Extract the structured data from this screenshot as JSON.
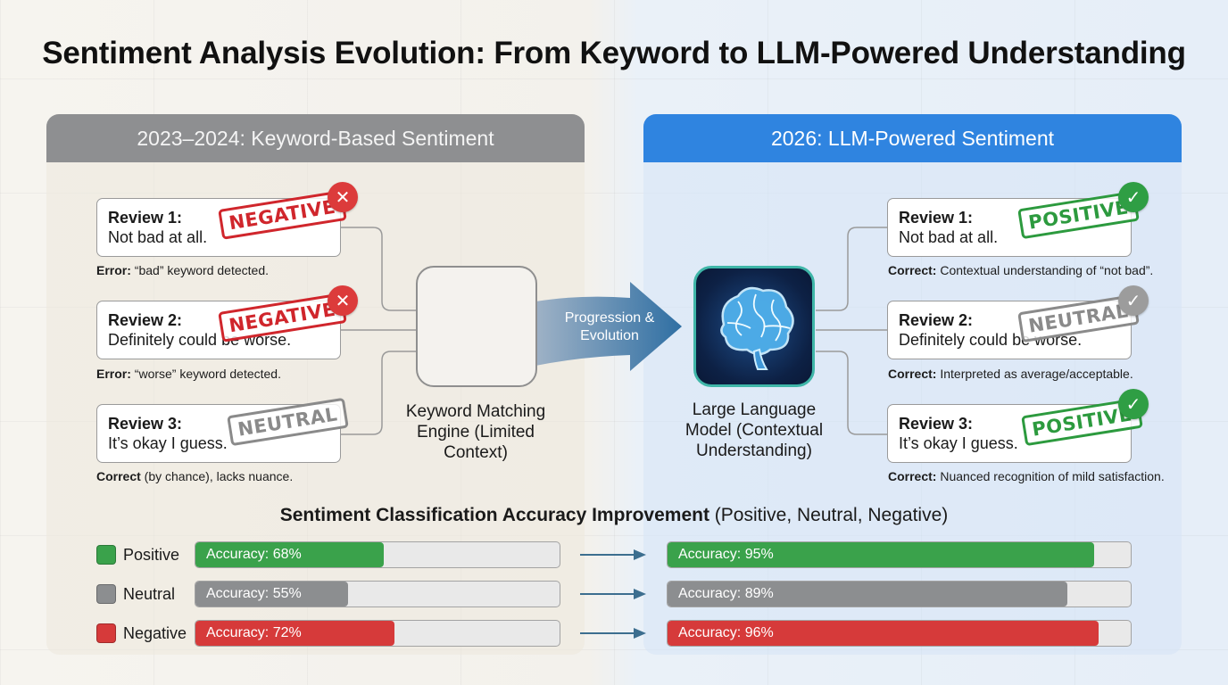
{
  "title": "Sentiment Analysis Evolution: From Keyword to LLM-Powered Understanding",
  "left_panel": {
    "header": "2023–2024: Keyword-Based Sentiment",
    "reviews": [
      {
        "label": "Review 1:",
        "text": "Not bad at all.",
        "stamp": "NEGATIVE",
        "note_bold": "Error:",
        "note": " “bad” keyword detected."
      },
      {
        "label": "Review 2:",
        "text": "Definitely could be worse.",
        "stamp": "NEGATIVE",
        "note_bold": "Error:",
        "note": " “worse” keyword detected."
      },
      {
        "label": "Review 3:",
        "text": "It’s okay I guess.",
        "stamp": "NEUTRAL",
        "note_bold": "Correct",
        "note": " (by chance), lacks nuance."
      }
    ],
    "engine_caption": "Keyword Matching Engine (Limited Context)"
  },
  "progression_label": "Progression & Evolution",
  "right_panel": {
    "header": "2026: LLM-Powered Sentiment",
    "reviews": [
      {
        "label": "Review 1:",
        "text": "Not bad at all.",
        "stamp": "POSITIVE",
        "note_bold": "Correct:",
        "note": " Contextual understanding of “not bad”."
      },
      {
        "label": "Review 2:",
        "text": "Definitely could be worse.",
        "stamp": "NEUTRAL",
        "note_bold": "Correct:",
        "note": " Interpreted as average/acceptable."
      },
      {
        "label": "Review 3:",
        "text": "It’s okay I guess.",
        "stamp": "POSITIVE",
        "note_bold": "Correct:",
        "note": " Nuanced recognition of mild satisfaction."
      }
    ],
    "llm_caption": "Large Language Model (Contextual Understanding)"
  },
  "accuracy": {
    "title_bold": "Sentiment Classification Accuracy Improvement",
    "title_rest": " (Positive, Neutral, Negative)",
    "rows": [
      {
        "label": "Positive",
        "color": "#3aa24b",
        "before_text": "Accuracy: 68%",
        "before": 68,
        "after_text": "Accuracy: 95%",
        "after": 95
      },
      {
        "label": "Neutral",
        "color": "#8c8e90",
        "before_text": "Accuracy: 55%",
        "before": 55,
        "after_text": "Accuracy: 89%",
        "after": 89
      },
      {
        "label": "Negative",
        "color": "#d63a3a",
        "before_text": "Accuracy: 72%",
        "before": 72,
        "after_text": "Accuracy: 96%",
        "after": 96
      }
    ]
  },
  "icons": {
    "wrong": "close-icon",
    "correct": "check-icon",
    "engine": "robot-icon",
    "llm": "brain-icon"
  }
}
